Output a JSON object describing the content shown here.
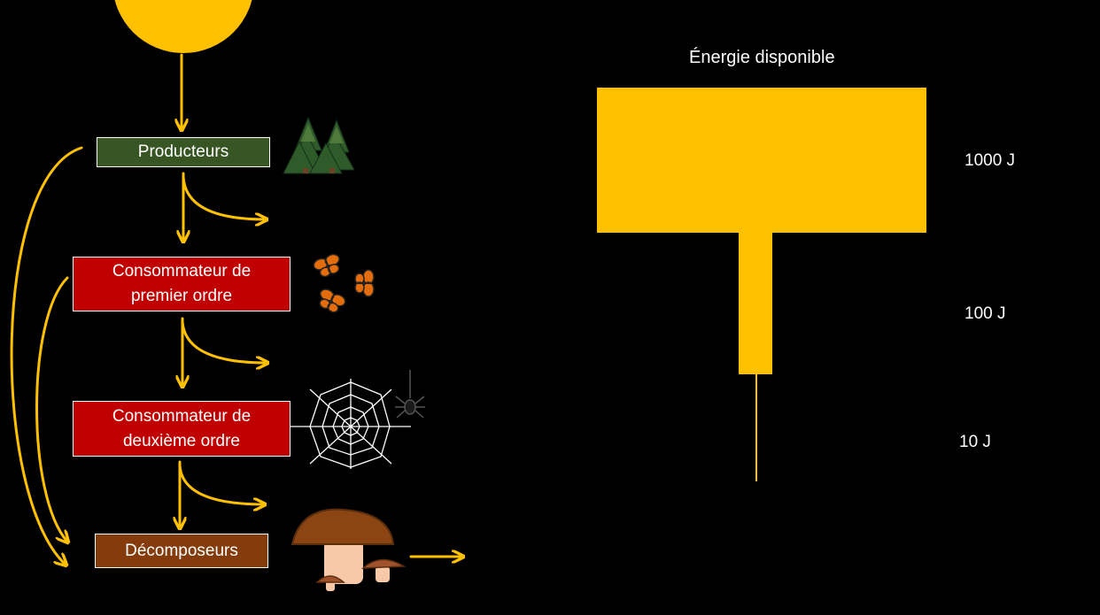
{
  "flow": {
    "producteurs": "Producteurs",
    "consommateur1": "Consommateur  de\npremier ordre",
    "consommateur2": "Consommateur  de\ndeuxième ordre",
    "decomposeurs": "Décomposeurs"
  },
  "energy": {
    "title": "Énergie disponible",
    "levels": [
      {
        "label": "1000 J",
        "value": 1000
      },
      {
        "label": "100 J",
        "value": 100
      },
      {
        "label": "10 J",
        "value": 10
      }
    ]
  },
  "colors": {
    "background": "#000000",
    "sun": "#ffc000",
    "arrow": "#ffc000",
    "producteurs": "#375623",
    "consommateur": "#c00000",
    "decomposeurs": "#843c0c",
    "energy_bar": "#ffc000"
  },
  "icons": [
    "sun-icon",
    "trees-icon",
    "butterflies-icon",
    "spider-web-icon",
    "spider-icon",
    "mushroom-icon"
  ]
}
